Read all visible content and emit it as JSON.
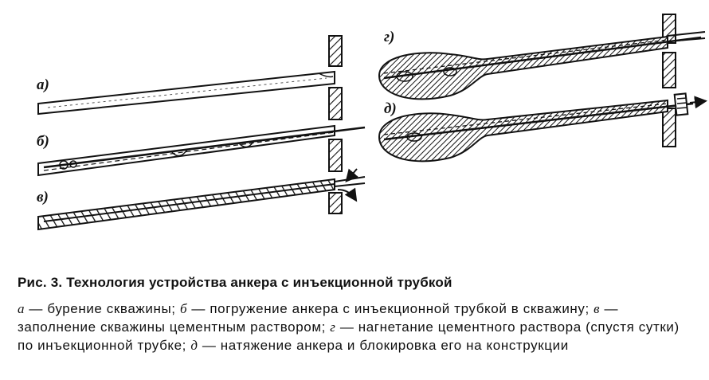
{
  "figure": {
    "labels": {
      "a": "а)",
      "b": "б)",
      "v": "в)",
      "g": "г)",
      "d": "д)"
    }
  },
  "caption": {
    "title": "Рис. 3. Технология устройства анкера с инъекционной трубкой",
    "items": [
      {
        "letter": "а",
        "text": " — бурение скважины; "
      },
      {
        "letter": "б",
        "text": " — погружение анкера с инъекционной трубкой в скважину; "
      },
      {
        "letter": "в",
        "text": " — заполнение скважины цементным раствором; "
      },
      {
        "letter": "г",
        "text": " — нагнетание цементного раствора (спустя сутки) по инъекционной трубке; "
      },
      {
        "letter": "д",
        "text": " — натяжение анкера и блокировка его на конструкции"
      }
    ]
  }
}
